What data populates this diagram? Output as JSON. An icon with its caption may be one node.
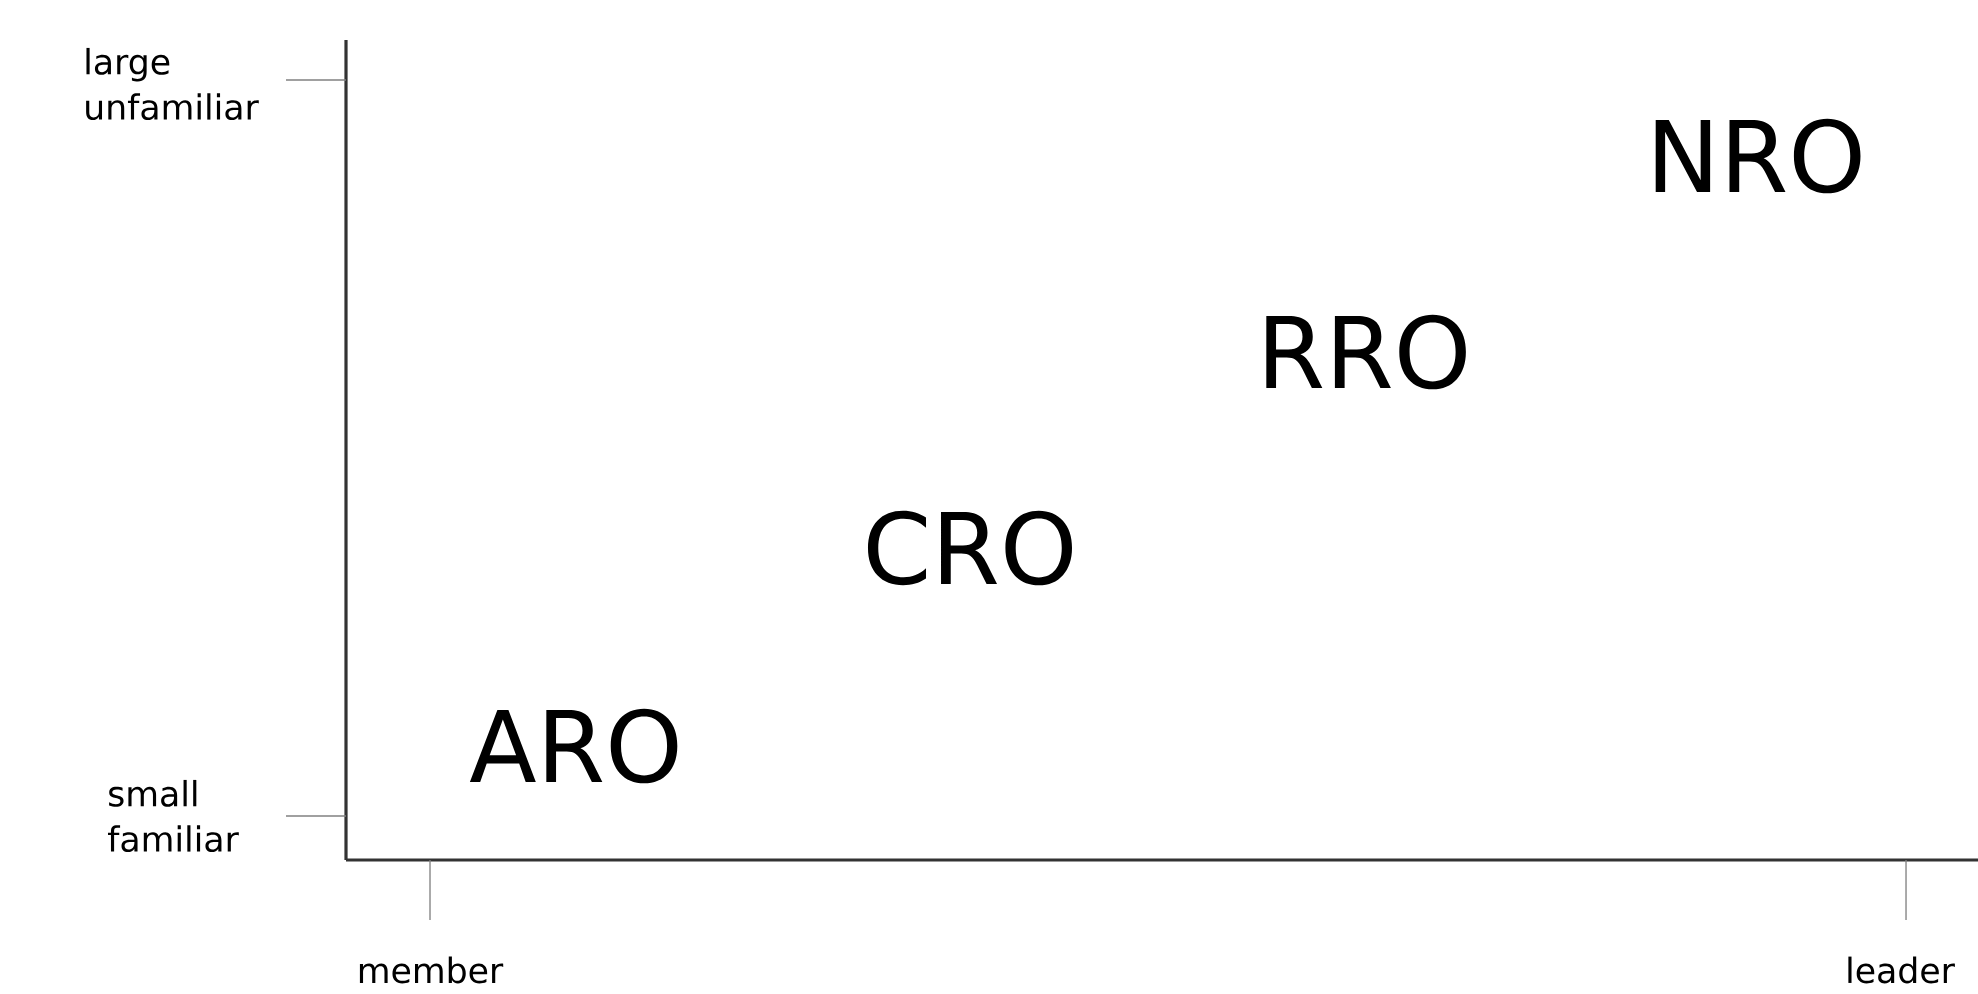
{
  "diagram": {
    "labels": [
      "large unfamiliar",
      "NRO",
      "RRO",
      "CRO",
      "ARO",
      "small familiar",
      "member",
      "leader"
    ]
  }
}
